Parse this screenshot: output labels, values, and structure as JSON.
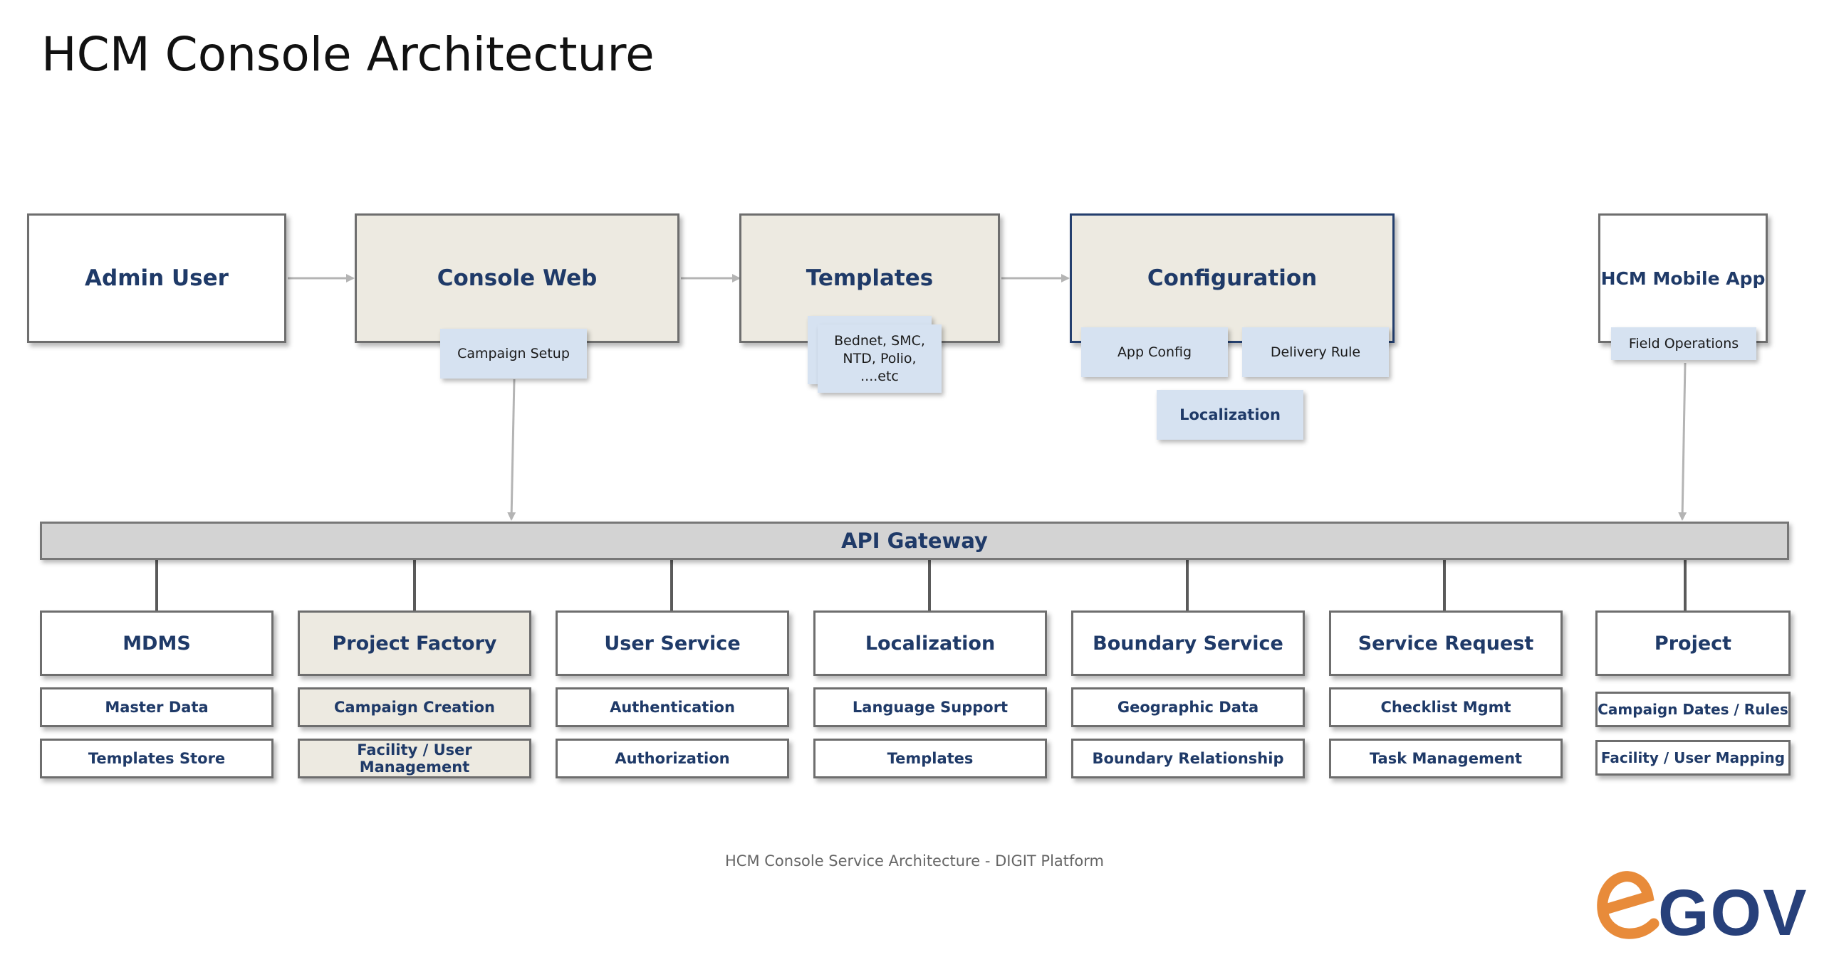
{
  "title": "HCM Console Architecture",
  "top_row": {
    "admin_user": "Admin User",
    "console_web": {
      "label": "Console Web",
      "chip": "Campaign Setup"
    },
    "templates": {
      "label": "Templates",
      "chip_lines": [
        "Bednet, SMC,",
        "NTD, Polio,",
        "....etc"
      ]
    },
    "configuration": {
      "label": "Configuration",
      "chips": [
        "App Config",
        "Delivery Rule"
      ],
      "localization": "Localization"
    },
    "mobile_app": {
      "label": "HCM Mobile App",
      "chip": "Field Operations"
    }
  },
  "api_gateway": "API Gateway",
  "services": [
    {
      "name": "MDMS",
      "items": [
        "Master Data",
        "Templates Store"
      ],
      "style": "white"
    },
    {
      "name": "Project Factory",
      "items": [
        "Campaign Creation",
        "Facility / User Management"
      ],
      "style": "beige"
    },
    {
      "name": "User Service",
      "items": [
        "Authentication",
        "Authorization"
      ],
      "style": "white"
    },
    {
      "name": "Localization",
      "items": [
        "Language Support",
        "Templates"
      ],
      "style": "white"
    },
    {
      "name": "Boundary Service",
      "items": [
        "Geographic Data",
        "Boundary Relationship"
      ],
      "style": "white"
    },
    {
      "name": "Service Request",
      "items": [
        "Checklist Mgmt",
        "Task Management"
      ],
      "style": "white"
    },
    {
      "name": "Project",
      "items": [
        "Campaign Dates / Rules",
        "Facility / User Mapping"
      ],
      "style": "white"
    }
  ],
  "caption": "HCM Console Service Architecture - DIGIT Platform",
  "logo": {
    "text": "eGOV",
    "colors": {
      "e": "#e88b3a",
      "gov": "#27407a"
    }
  },
  "colors": {
    "navy_text": "#1f3a68",
    "beige_fill": "#edeae1",
    "chip_fill": "#d6e2f1",
    "gateway_fill": "#d3d3d3"
  }
}
